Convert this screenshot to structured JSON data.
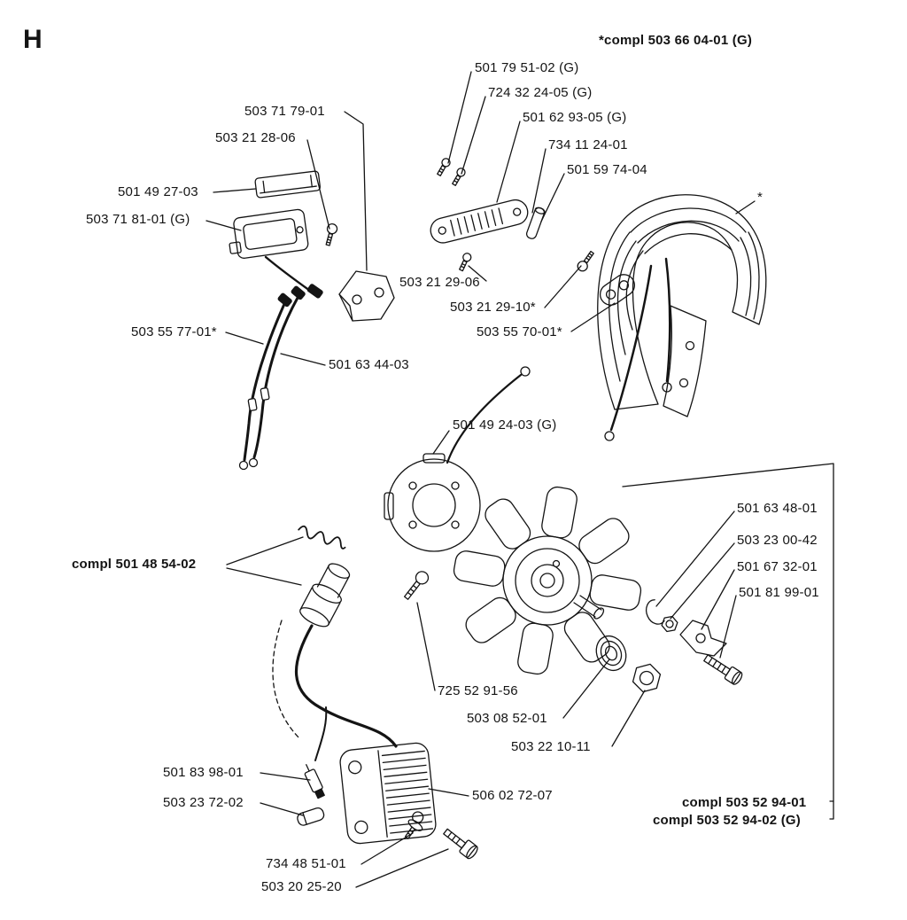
{
  "diagram": {
    "type": "exploded-parts-diagram",
    "section_letter": "H",
    "ink_color": "#141414",
    "background_color": "#ffffff"
  },
  "labels": [
    {
      "text": "*compl 503 66 04-01 (G)",
      "emphasis": "bold"
    },
    {
      "text": "501 79 51-02 (G)",
      "emphasis": "normal"
    },
    {
      "text": "724 32 24-05 (G)",
      "emphasis": "normal"
    },
    {
      "text": "501 62 93-05 (G)",
      "emphasis": "normal"
    },
    {
      "text": "734 11 24-01",
      "emphasis": "normal"
    },
    {
      "text": "501 59 74-04",
      "emphasis": "normal"
    },
    {
      "text": "503 71 79-01",
      "emphasis": "normal"
    },
    {
      "text": "503 21 28-06",
      "emphasis": "normal"
    },
    {
      "text": "501 49 27-03",
      "emphasis": "normal"
    },
    {
      "text": "503 71 81-01 (G)",
      "emphasis": "normal"
    },
    {
      "text": "503 21 29-06",
      "emphasis": "normal"
    },
    {
      "text": "503 21 29-10*",
      "emphasis": "normal"
    },
    {
      "text": "503 55 70-01*",
      "emphasis": "normal"
    },
    {
      "text": "503 55 77-01*",
      "emphasis": "normal"
    },
    {
      "text": "501 63 44-03",
      "emphasis": "normal"
    },
    {
      "text": "501 49 24-03 (G)",
      "emphasis": "normal"
    },
    {
      "text": "*",
      "emphasis": "normal"
    },
    {
      "text": "501 63 48-01",
      "emphasis": "normal"
    },
    {
      "text": "503 23 00-42",
      "emphasis": "normal"
    },
    {
      "text": "501 67 32-01",
      "emphasis": "normal"
    },
    {
      "text": "501 81 99-01",
      "emphasis": "normal"
    },
    {
      "text": "compl 501 48 54-02",
      "emphasis": "bold"
    },
    {
      "text": "725 52 91-56",
      "emphasis": "normal"
    },
    {
      "text": "503 08 52-01",
      "emphasis": "normal"
    },
    {
      "text": "503 22 10-11",
      "emphasis": "normal"
    },
    {
      "text": "501 83 98-01",
      "emphasis": "normal"
    },
    {
      "text": "503 23 72-02",
      "emphasis": "normal"
    },
    {
      "text": "506 02 72-07",
      "emphasis": "normal"
    },
    {
      "text": "compl 503 52 94-01",
      "emphasis": "bold"
    },
    {
      "text": "compl 503 52 94-02 (G)",
      "emphasis": "bold"
    },
    {
      "text": "734 48 51-01",
      "emphasis": "normal"
    },
    {
      "text": "503 20 25-20",
      "emphasis": "normal"
    }
  ]
}
